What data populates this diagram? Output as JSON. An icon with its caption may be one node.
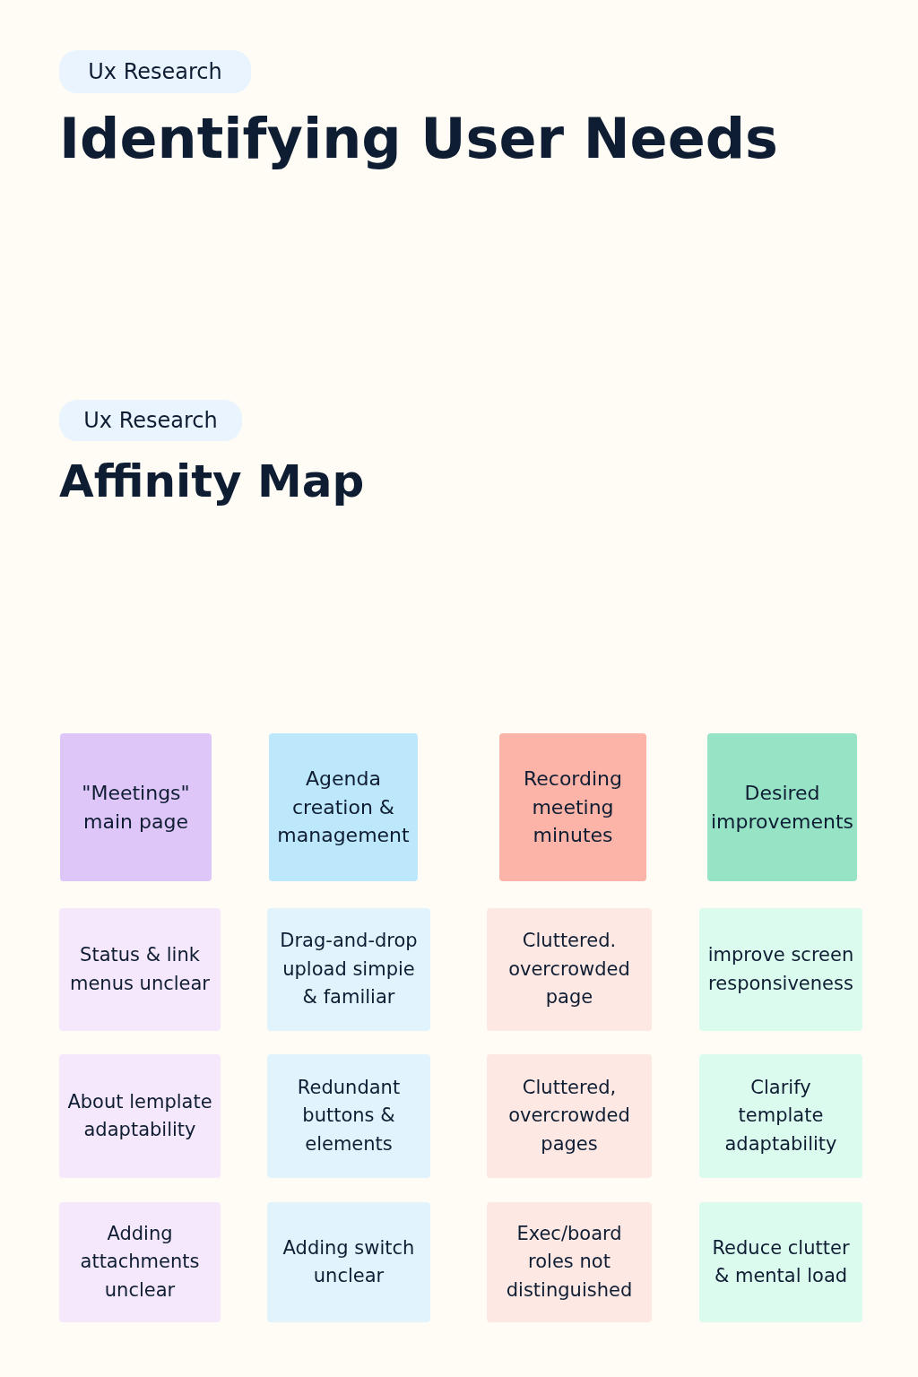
{
  "diagram": {
    "title": "Identifying User Needs",
    "nodes": [
      {
        "text": [
          "Ux Research"
        ]
      },
      {
        "text": [
          "Ux Research"
        ]
      },
      {
        "text": [
          "\"Meetings\" main page"
        ]
      },
      {
        "text": [
          "Agenda creation & management"
        ]
      },
      {
        "text": [
          "Recording meeting minutes"
        ]
      },
      {
        "text": [
          "Desired improvements"
        ]
      },
      {
        "text": [
          "Status & link menus unclear"
        ]
      },
      {
        "text": [
          "Drag-and-drop upload simpie & familiar"
        ]
      },
      {
        "text": [
          "Cluttered. overcrowded page"
        ]
      },
      {
        "text": [
          "improve screen responsiveness"
        ]
      },
      {
        "text": [
          "About lemplate adaptability"
        ]
      },
      {
        "text": [
          "Redundant buttons & elements"
        ]
      },
      {
        "text": [
          "Cluttered, overcrowded pages"
        ]
      },
      {
        "text": [
          "Clarify template adaptability"
        ]
      },
      {
        "text": [
          "Adding attachments unclear"
        ]
      },
      {
        "text": [
          "Adding switch unclear"
        ]
      },
      {
        "text": [
          "Exec/board roles not distinguished"
        ]
      },
      {
        "text": [
          "Reduce clutter & mental load"
        ]
      }
    ],
    "edges": [],
    "labels": [
      "Affinity Map"
    ]
  }
}
